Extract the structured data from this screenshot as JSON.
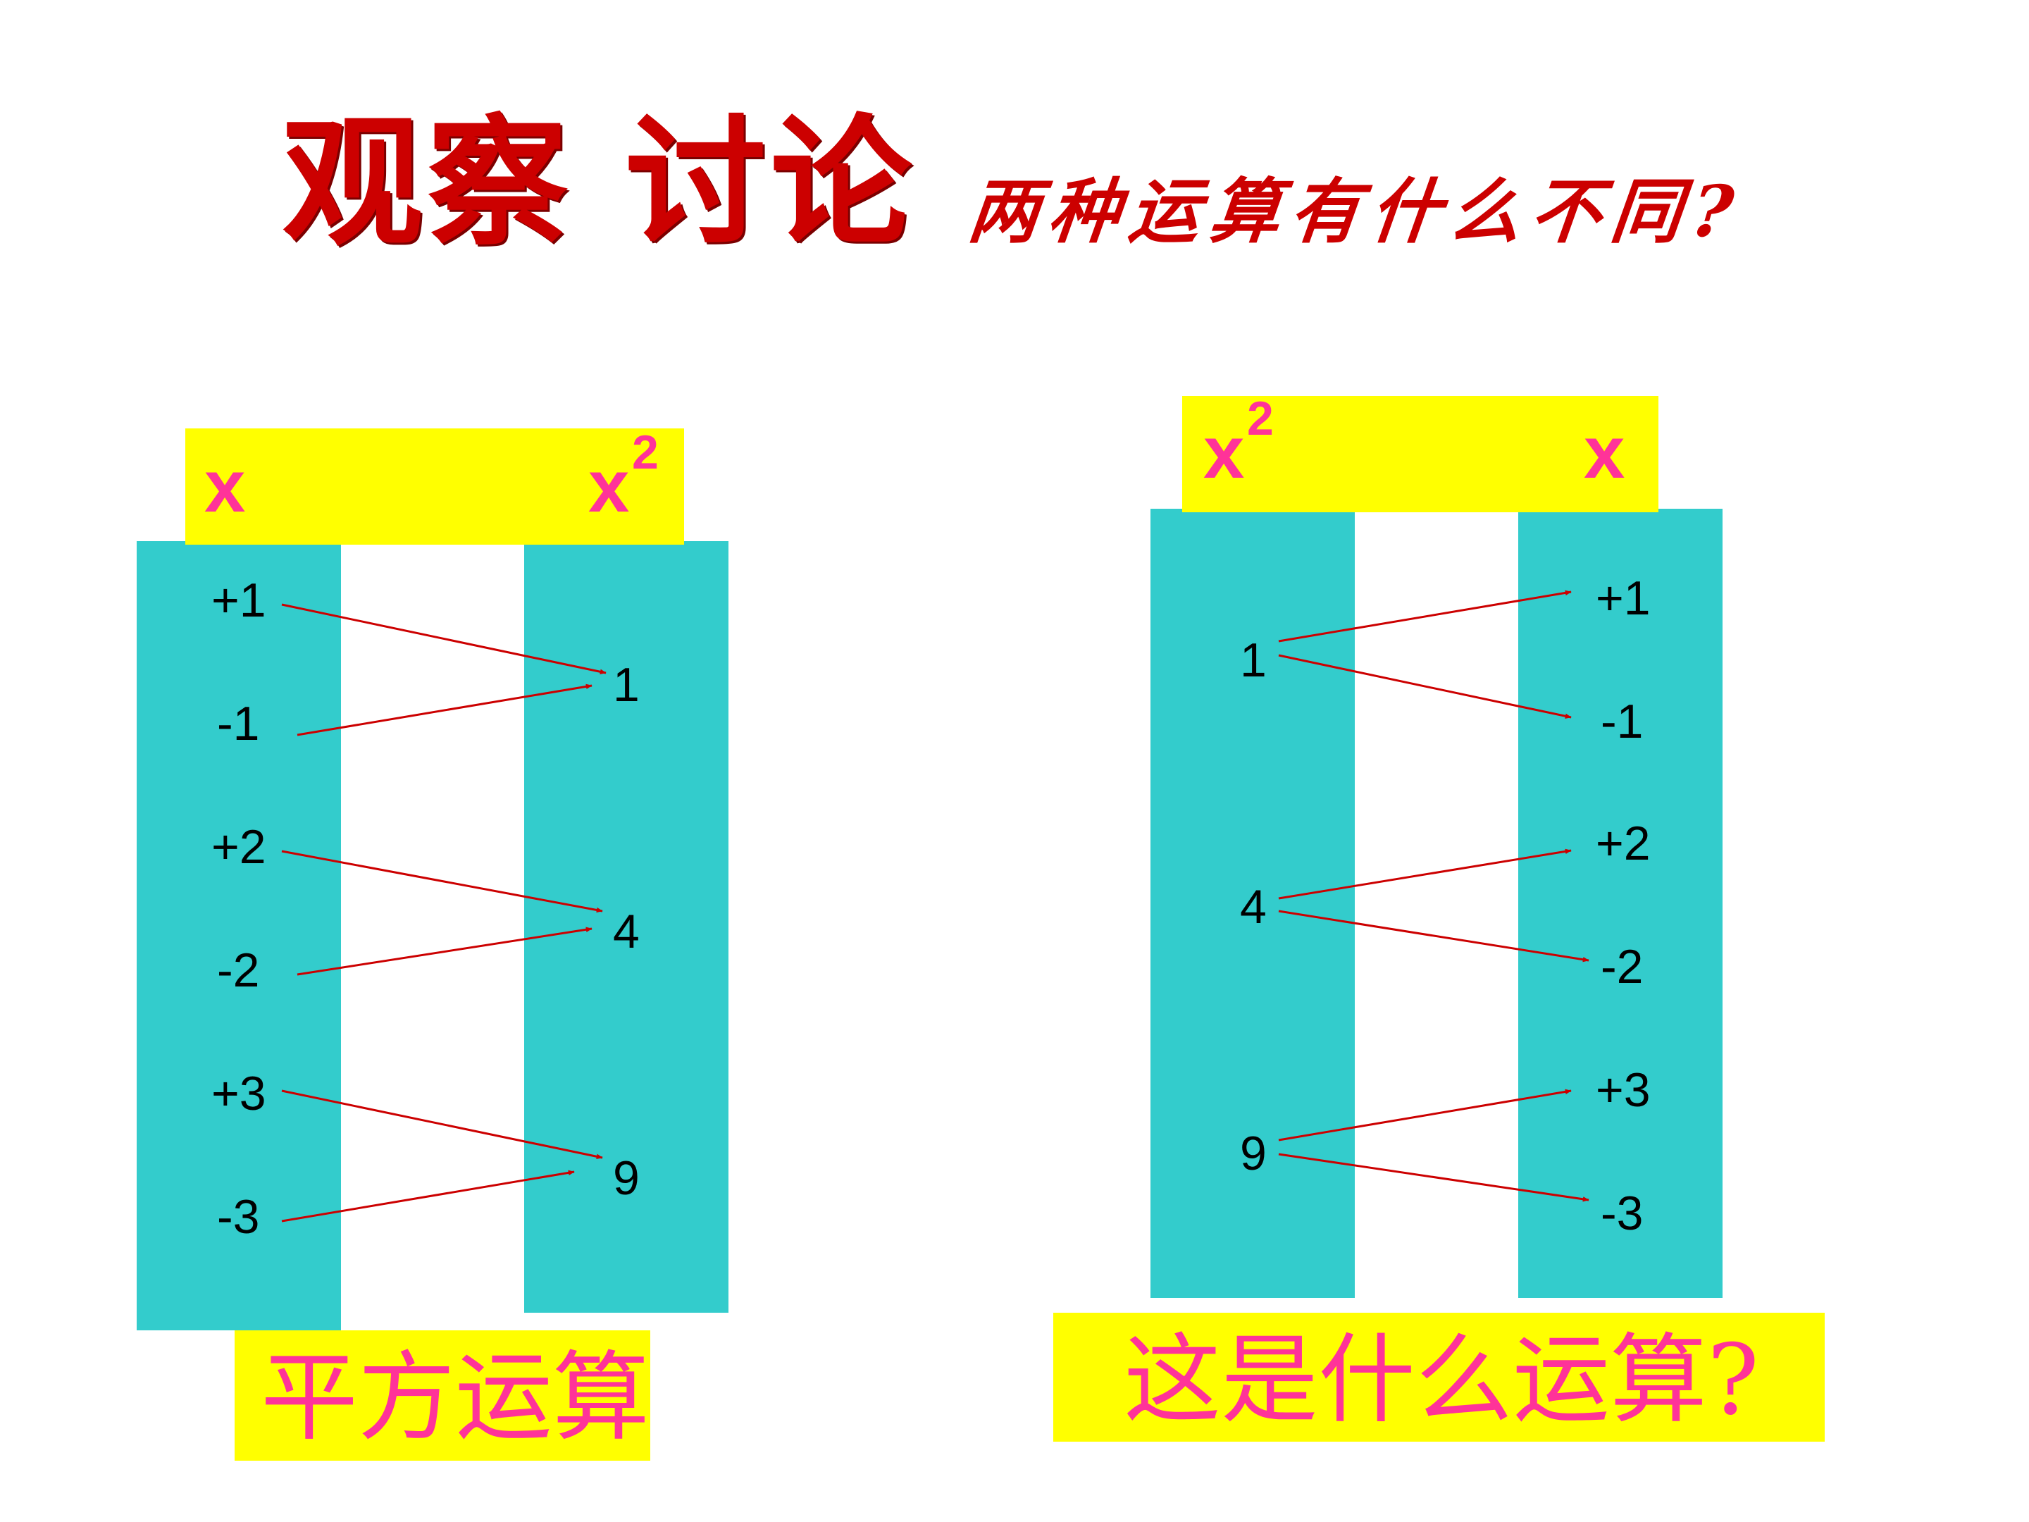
{
  "title": {
    "main": "观察  讨论",
    "sub": "两种运算有什么不同?"
  },
  "left": {
    "header_x": "x",
    "header_x2_base": "x",
    "header_x2_exp": "2",
    "inputs": [
      "+1",
      "-1",
      "+2",
      "-2",
      "+3",
      "-3"
    ],
    "outputs": [
      "1",
      "4",
      "9"
    ],
    "caption": "平方运算"
  },
  "right": {
    "header_x2_base": "x",
    "header_x2_exp": "2",
    "header_x": "x",
    "inputs": [
      "1",
      "4",
      "9"
    ],
    "outputs": [
      "+1",
      "-1",
      "+2",
      "-2",
      "+3",
      "-3"
    ],
    "caption": "这是什么运算?"
  },
  "colors": {
    "title": "#cc0000",
    "column": "#33cccc",
    "header_bg": "#ffff00",
    "header_text": "#ff3399",
    "arrow": "#cc0000"
  }
}
